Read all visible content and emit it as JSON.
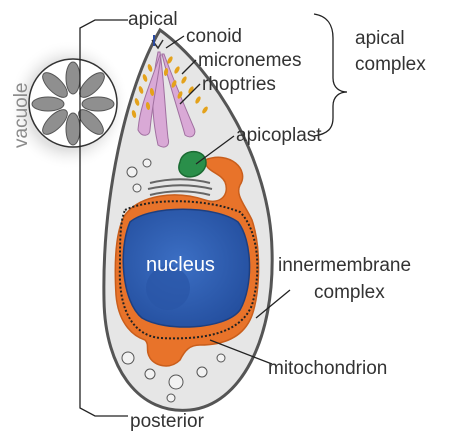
{
  "labels": {
    "apical": "apical",
    "conoid": "conoid",
    "micronemes": "micronemes",
    "rhoptries": "rhoptries",
    "apical_complex_line1": "apical",
    "apical_complex_line2": "complex",
    "apicoplast": "apicoplast",
    "vacuole": "vacuole",
    "nucleus": "nucleus",
    "imc_line1": "innermembrane",
    "imc_line2": "complex",
    "mitochondrion": "mitochondrion",
    "posterior": "posterior"
  },
  "colors": {
    "cell_outline": "#555555",
    "cell_fill": "#e6e6e6",
    "nucleus": "#2f5fb0",
    "mitochondrion": "#e8732a",
    "rhoptries": "#d9a9d6",
    "micronemes": "#e4a21b",
    "apicoplast": "#2a8f4a",
    "vacuole_glow": "#b9b9b9"
  }
}
